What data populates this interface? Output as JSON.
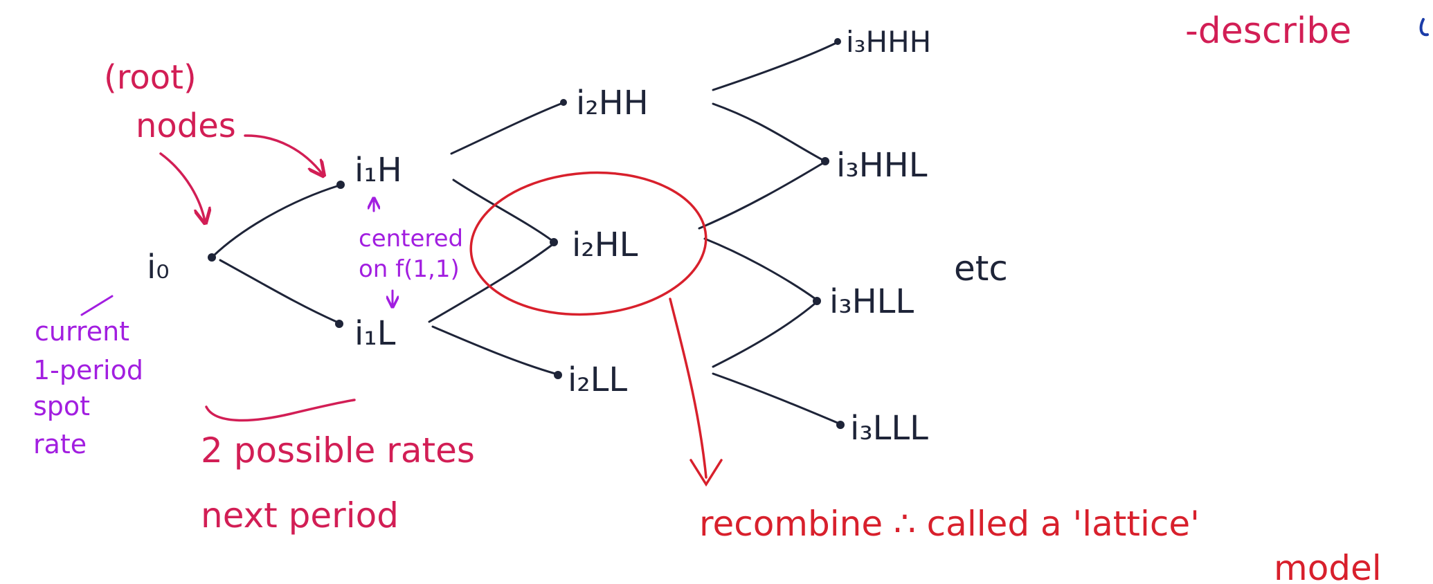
{
  "colors": {
    "ink": "#1e2438",
    "red": "#d8202c",
    "crimson": "#d21e55",
    "purple": "#a21ee0",
    "blue": "#1b3ca8"
  },
  "nodes": {
    "i0": "i₀",
    "i1H": "i₁H",
    "i1L": "i₁L",
    "i2HH": "i₂HH",
    "i2HL": "i₂HL",
    "i2LL": "i₂LL",
    "i3HHH": "i₃HHH",
    "i3HHL": "i₃HHL",
    "i3HLL": "i₃HLL",
    "i3LLL": "i₃LLL"
  },
  "annotations": {
    "root": "(root)",
    "nodes": "nodes",
    "centered": "centered",
    "on_f": "on f(1,1)",
    "current": "current",
    "one_period": "1-period",
    "spot": "spot",
    "rate": "rate",
    "two_possible": "2 possible rates",
    "next_period": "next period",
    "recombine": "recombine ∴ called a 'lattice'",
    "model": "model",
    "describe": "-describe",
    "etc": "etc"
  }
}
